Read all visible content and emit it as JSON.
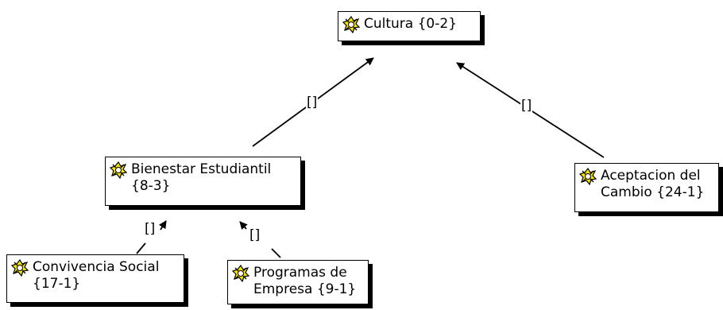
{
  "nodes": {
    "cultura": {
      "label": "Cultura {0-2}"
    },
    "bienestar": {
      "label": "Bienestar Estudiantil\n{8-3}"
    },
    "aceptacion": {
      "label": "Aceptacion del\nCambio {24-1}"
    },
    "convivencia": {
      "label": "Convivencia Social\n{17-1}"
    },
    "programas": {
      "label": "Programas de\nEmpresa {9-1}"
    }
  },
  "edges": {
    "bienestar_to_cultura": {
      "label": "[]"
    },
    "aceptacion_to_cultura": {
      "label": "[]"
    },
    "convivencia_to_bienestar": {
      "label": "[]"
    },
    "programas_to_bienestar": {
      "label": "[]"
    }
  },
  "colors": {
    "node_border": "#000000",
    "node_shadow": "#000000",
    "icon_fill": "#f4e300",
    "line": "#000000"
  },
  "icon": "code-family-icon"
}
